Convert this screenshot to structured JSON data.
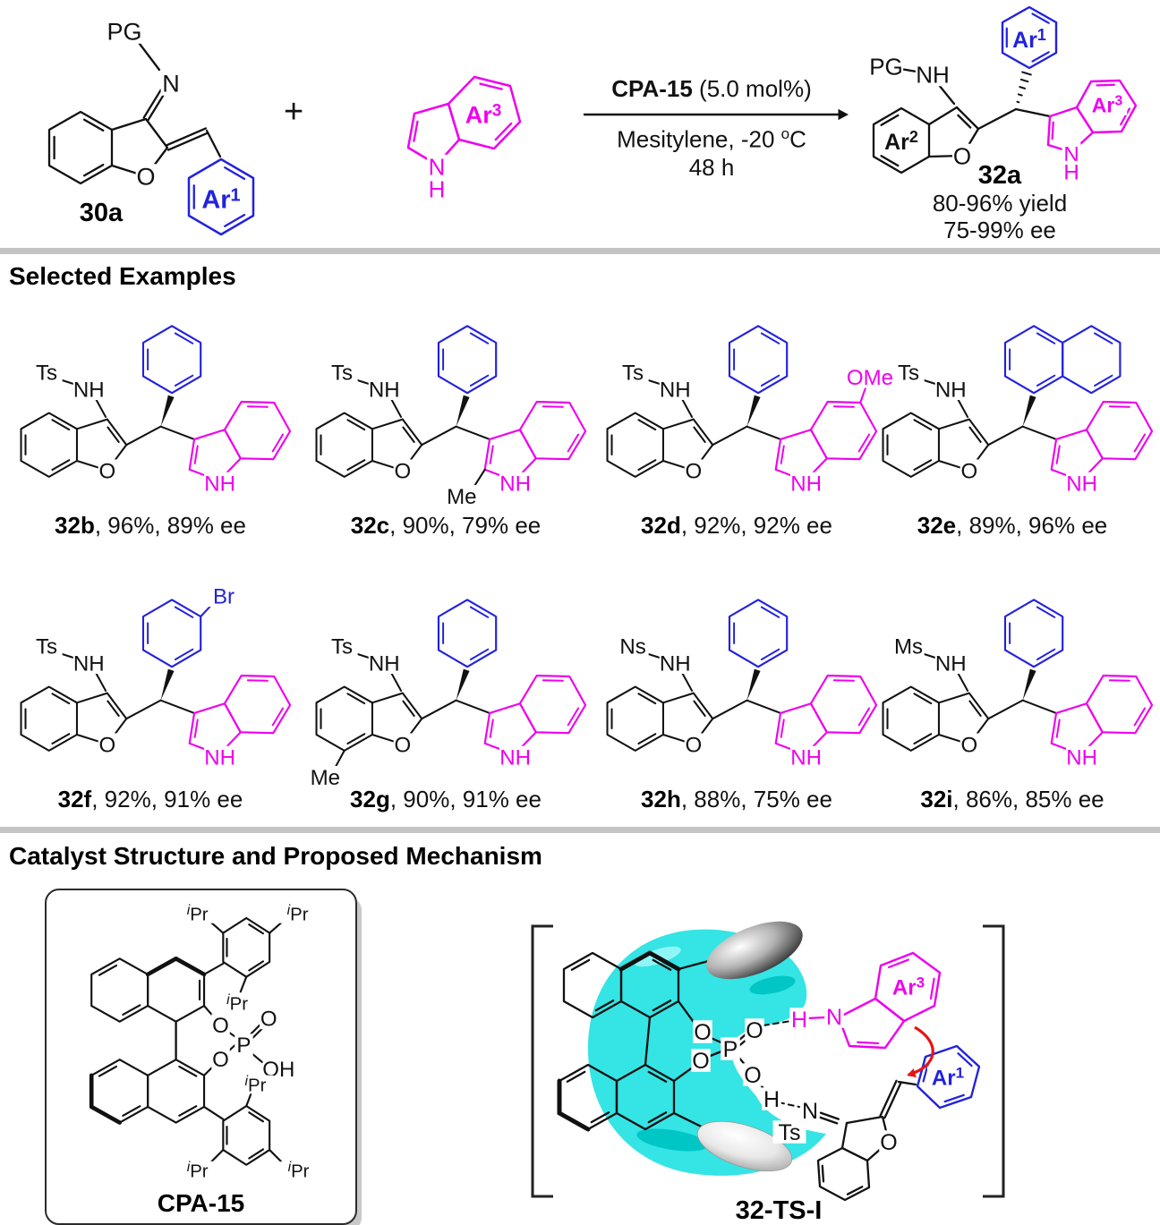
{
  "colors": {
    "blue": "#2222DD",
    "magenta": "#EE00EE",
    "black": "#111111",
    "red": "#E61414",
    "cyan": "#35E4E4",
    "cyan_dark": "#00C6C6",
    "cyan_light": "#8FF6F6",
    "divider": "#C4C4C4"
  },
  "atoms": {
    "o": "O",
    "n": "N",
    "h": "H",
    "nh": "NH",
    "p": "P",
    "oh": "OH",
    "pg": "PG",
    "plus": "+",
    "ipr_i": "i",
    "ipr": "Pr"
  },
  "ar": {
    "base": "Ar",
    "s1": "1",
    "s2": "2",
    "s3": "3"
  },
  "scheme": {
    "reactant_label": "30a",
    "catalyst_bold": "CPA-15",
    "catalyst_rest": " (5.0 mol%)",
    "solvent_line": "Mesitylene, -20 ",
    "deg_sup": "o",
    "deg_unit": "C",
    "time_line": "48 h",
    "product_label": "32a",
    "product_yield": "80-96% yield",
    "product_ee": "75-99% ee"
  },
  "examples_header": "Selected Examples",
  "examples": [
    {
      "id": "32b",
      "suffix": ", 96%, 89% ee",
      "sulfonyl": "Ts",
      "aryl": "phenyl"
    },
    {
      "id": "32c",
      "suffix": ", 90%, 79% ee",
      "sulfonyl": "Ts",
      "aryl": "phenyl",
      "indole_sub_2": "Me"
    },
    {
      "id": "32d",
      "suffix": ", 92%, 92% ee",
      "sulfonyl": "Ts",
      "aryl": "phenyl",
      "indole_sub_5": "OMe"
    },
    {
      "id": "32e",
      "suffix": ", 89%, 96% ee",
      "sulfonyl": "Ts",
      "aryl": "naphthyl"
    },
    {
      "id": "32f",
      "suffix": ", 92%, 91% ee",
      "sulfonyl": "Ts",
      "aryl": "phenyl",
      "aryl_sub": "Br"
    },
    {
      "id": "32g",
      "suffix": ", 90%, 91% ee",
      "sulfonyl": "Ts",
      "aryl": "phenyl",
      "benzofuran_sub": "Me"
    },
    {
      "id": "32h",
      "suffix": ", 88%, 75% ee",
      "sulfonyl": "Ns",
      "aryl": "phenyl"
    },
    {
      "id": "32i",
      "suffix": ", 86%, 85% ee",
      "sulfonyl": "Ms",
      "aryl": "phenyl"
    }
  ],
  "mechanism_header": "Catalyst Structure and Proposed Mechanism",
  "catalyst": {
    "name": "CPA-15"
  },
  "ts": {
    "label": "32-TS-I",
    "ts_group": "Ts"
  }
}
